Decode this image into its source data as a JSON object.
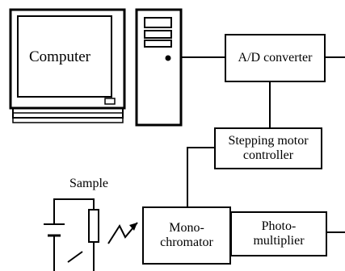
{
  "computer": {
    "label": "Computer"
  },
  "components": {
    "ad_converter": "A/D converter",
    "stepping_motor": {
      "line1": "Stepping motor",
      "line2": "controller"
    },
    "monochromator": {
      "line1": "Mono-",
      "line2": "chromator"
    },
    "photomultiplier": {
      "line1": "Photo-",
      "line2": "multiplier"
    }
  },
  "sample": {
    "label": "Sample"
  },
  "colors": {
    "stroke": "#000000",
    "background": "#ffffff"
  }
}
